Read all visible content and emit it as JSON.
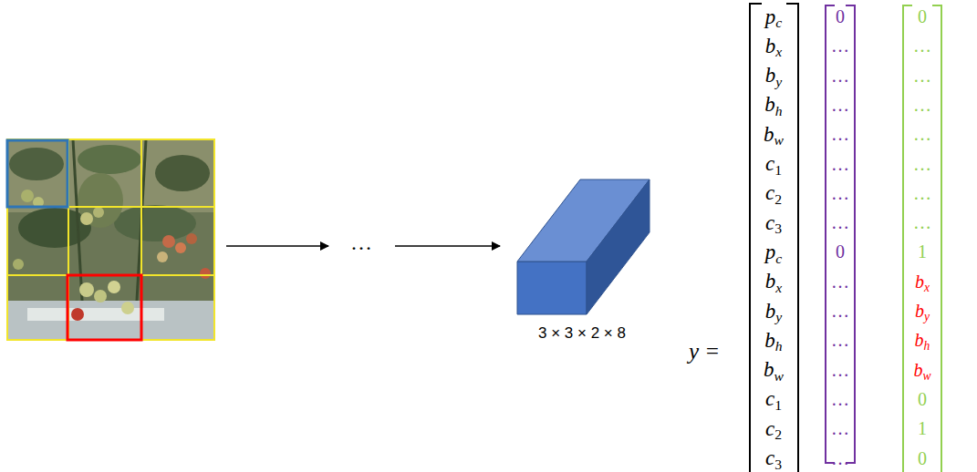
{
  "diagram": {
    "nodes": [
      {
        "text": [
          "3 × 3 × 2 × 8"
        ]
      }
    ],
    "labels": [
      "…",
      "y =",
      "pc",
      "bx",
      "by",
      "bh",
      "bw",
      "c1",
      "c2",
      "c3",
      "pc",
      "bx",
      "by",
      "bh",
      "bw",
      "c1",
      "c2",
      "c3",
      "0",
      "…",
      "…",
      "…",
      "…",
      "…",
      "…",
      "…",
      "0",
      "…",
      "…",
      "…",
      "…",
      "…",
      "…",
      "…",
      "0",
      "…",
      "…",
      "…",
      "…",
      "…",
      "…",
      "…",
      "1",
      "bx",
      "by",
      "bh",
      "bw",
      "0",
      "1",
      "0"
    ]
  }
}
